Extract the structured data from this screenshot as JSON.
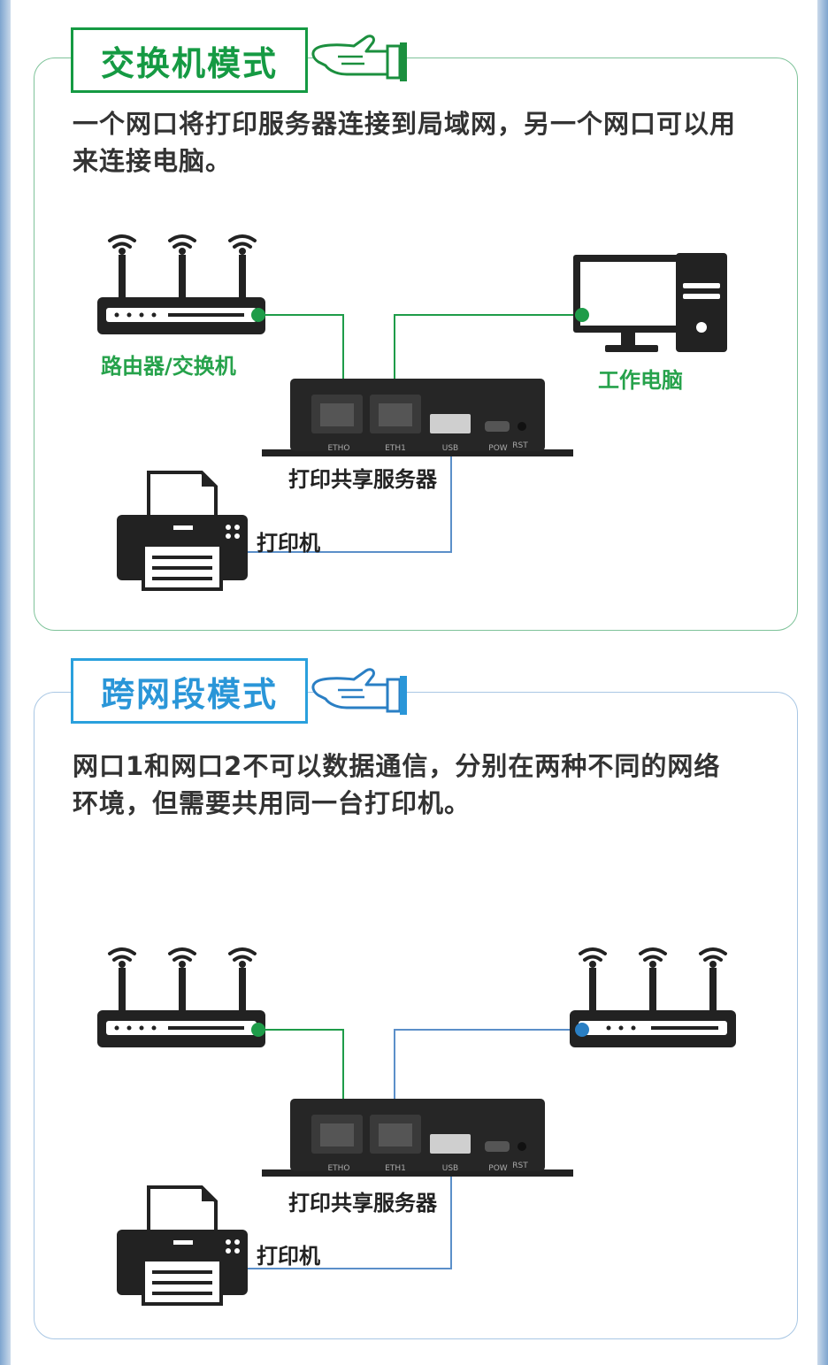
{
  "section1": {
    "title": "交换机模式",
    "description": "一个网口将打印服务器连接到局域网，另一个网口可以用来连接电脑。",
    "labels": {
      "router": "路由器/交换机",
      "pc": "工作电脑",
      "server": "打印共享服务器",
      "printer": "打印机"
    }
  },
  "section2": {
    "title": "跨网段模式",
    "description": "网口1和网口2不可以数据通信，分别在两种不同的网络环境，但需要共用同一台打印机。",
    "labels": {
      "server": "打印共享服务器",
      "printer": "打印机"
    }
  },
  "device_ports": {
    "eth0": "ETHO",
    "eth1": "ETH1",
    "usb": "USB",
    "pow": "POW",
    "rst": "RST"
  },
  "colors": {
    "section1_accent": "#159a43",
    "section2_accent": "#2a96d8",
    "line_green": "#1e9c49",
    "line_blue": "#5b8fc9",
    "device_dark": "#222222"
  },
  "icons": {
    "pointing_hand": "pointing-hand-icon",
    "router": "wifi-router-icon",
    "computer": "desktop-computer-icon",
    "printer": "printer-icon",
    "server": "print-server-icon"
  }
}
